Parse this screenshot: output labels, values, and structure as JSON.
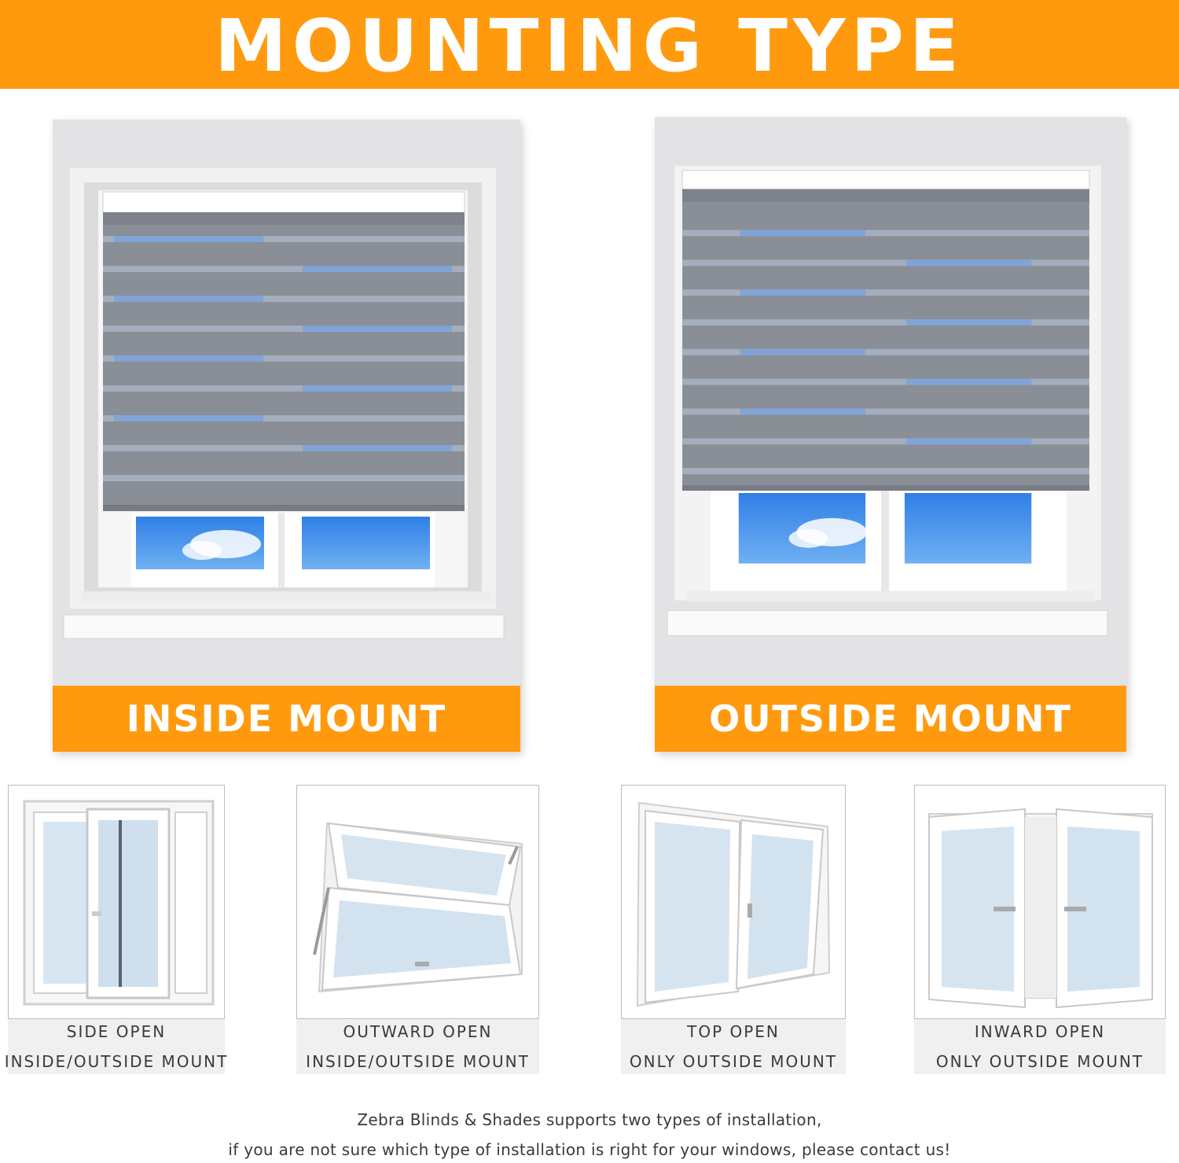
{
  "header": {
    "title": "MOUNTING TYPE"
  },
  "mounts": [
    {
      "label": "INSIDE MOUNT"
    },
    {
      "label": "OUTSIDE MOUNT"
    }
  ],
  "windows": [
    {
      "name": "SIDE OPEN",
      "mount": "INSIDE/OUTSIDE MOUNT"
    },
    {
      "name": "OUTWARD OPEN",
      "mount": "INSIDE/OUTSIDE MOUNT"
    },
    {
      "name": "TOP OPEN",
      "mount": "ONLY OUTSIDE MOUNT"
    },
    {
      "name": "INWARD OPEN",
      "mount": "ONLY OUTSIDE MOUNT"
    }
  ],
  "footer": {
    "line1": "Zebra Blinds & Shades supports two types of installation,",
    "line2": "if you are not sure which type of installation is right for your windows, please contact us!"
  },
  "colors": {
    "accent": "#ff9a0e",
    "blind": "#8a8e96",
    "sky": "#3f8be8"
  },
  "icons": [
    "zebra-blind-illustration",
    "window-illustration"
  ]
}
